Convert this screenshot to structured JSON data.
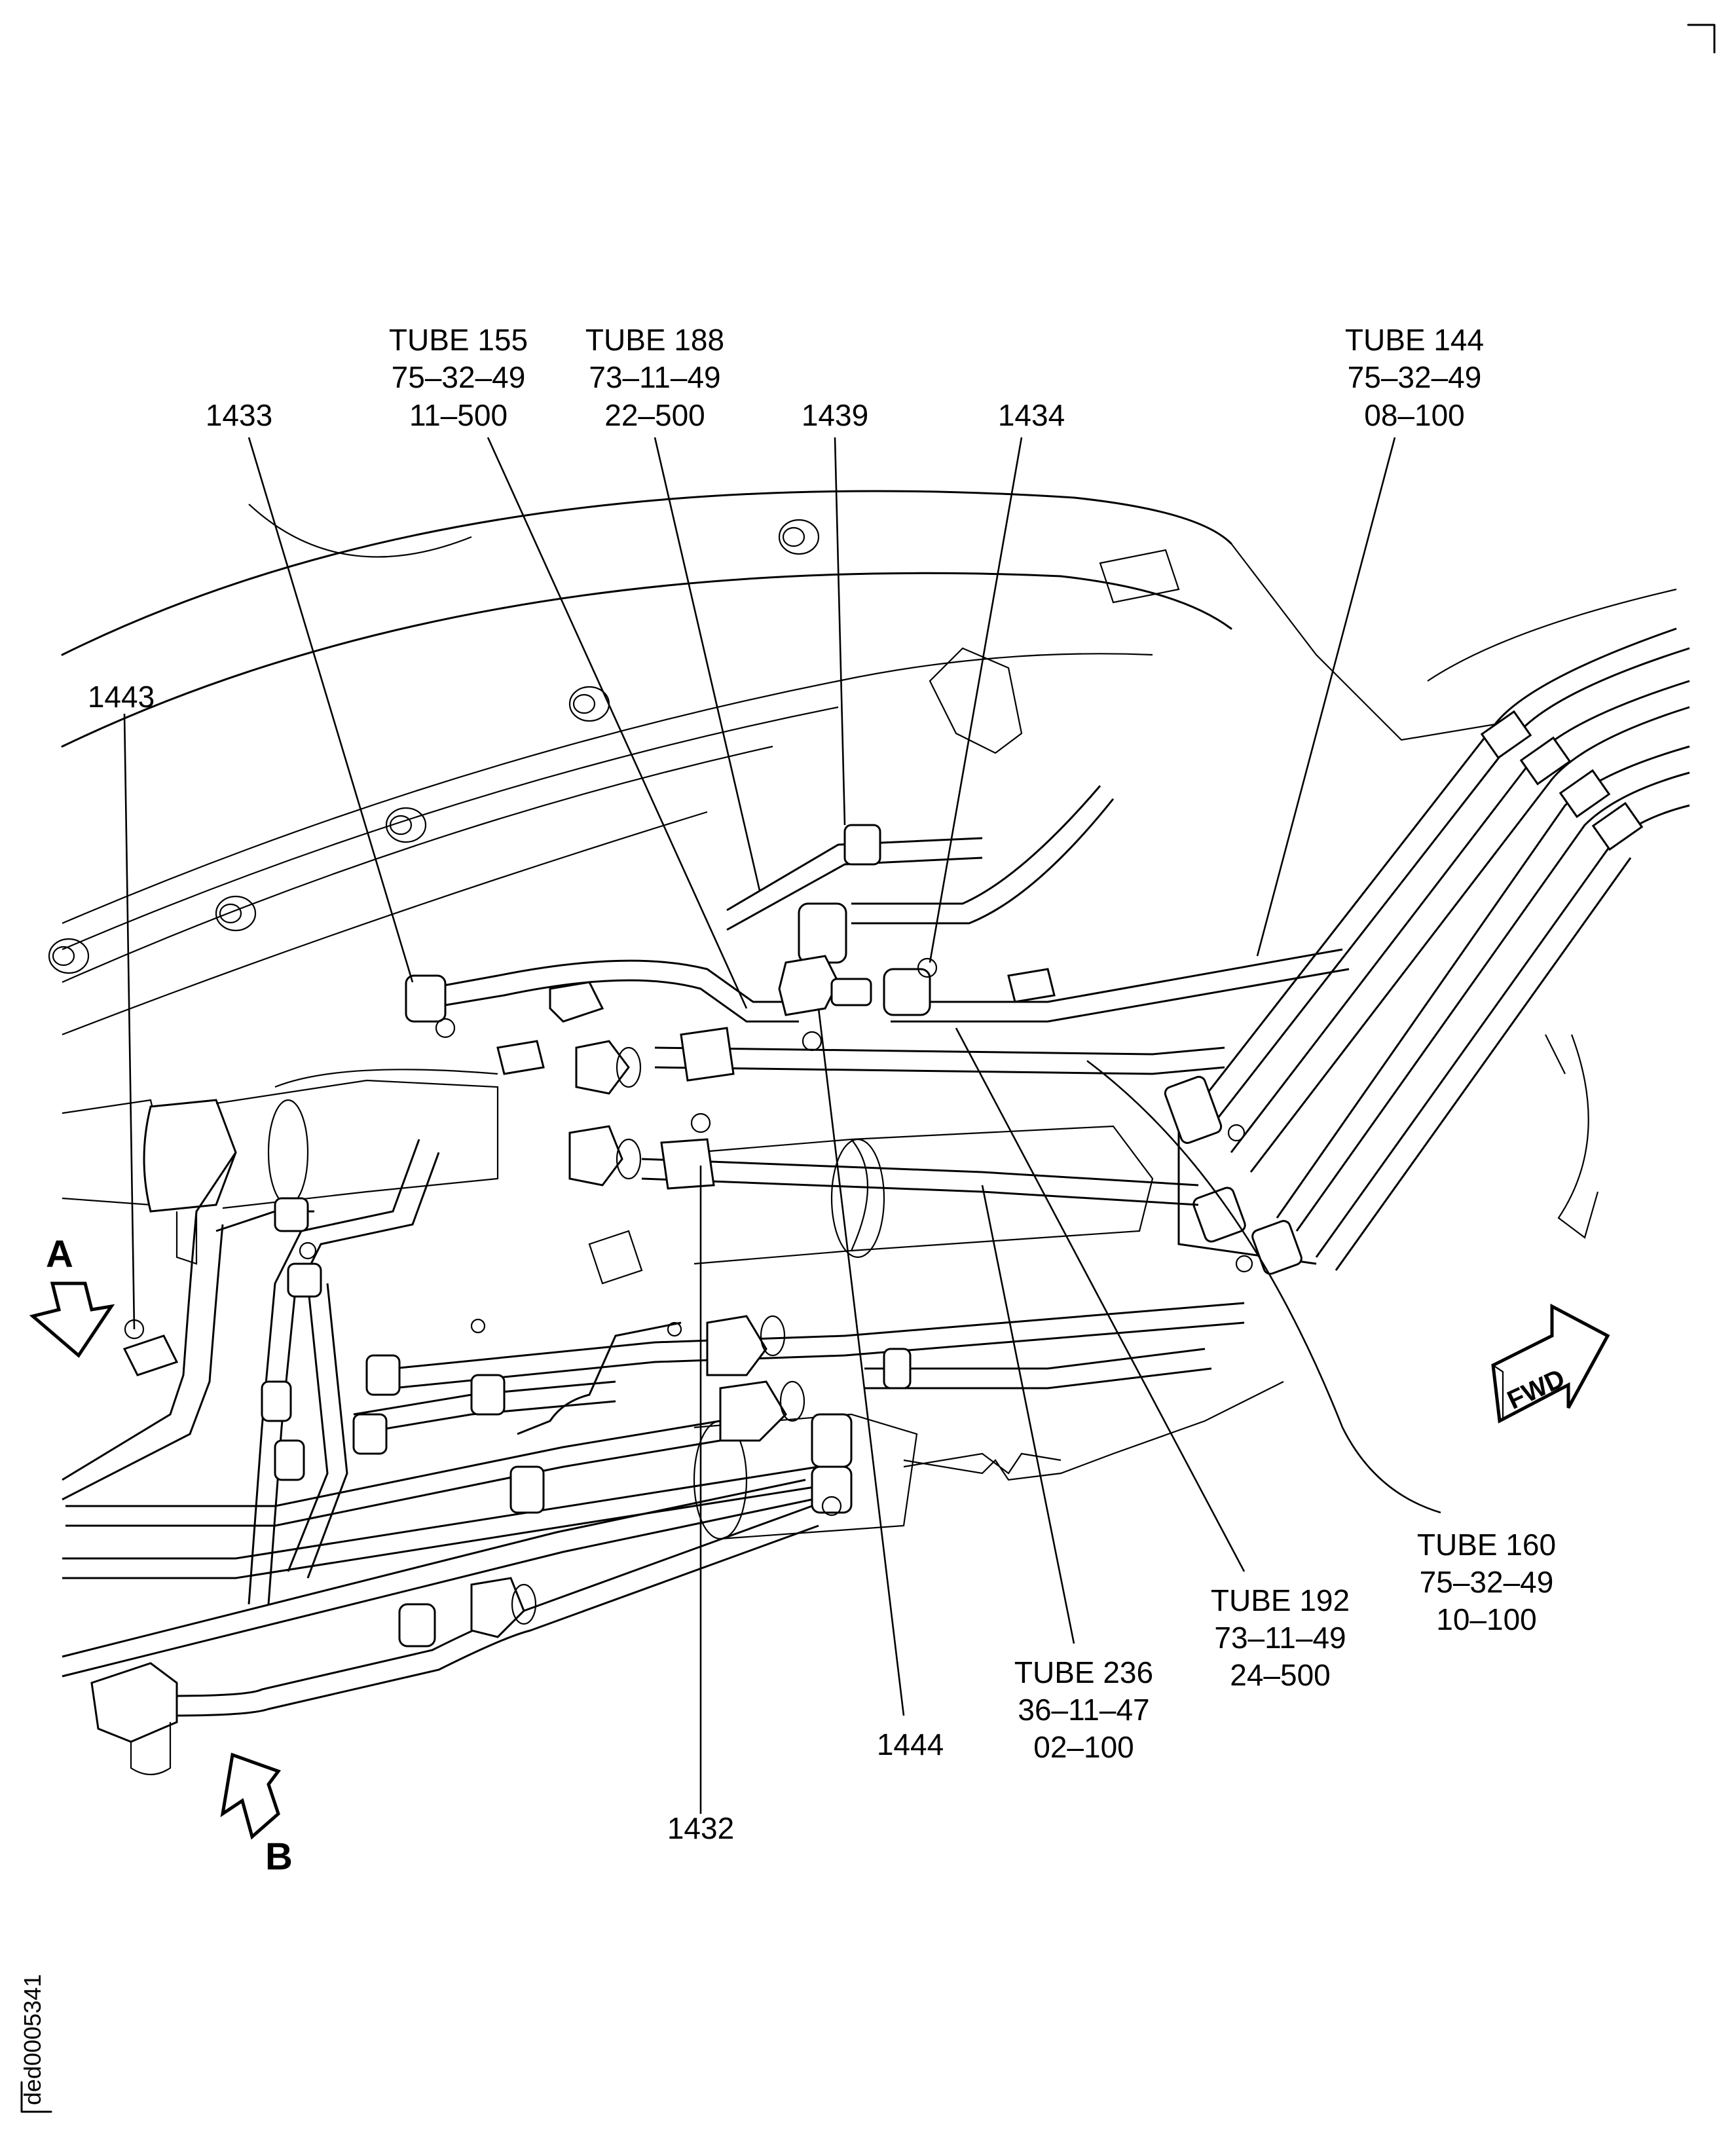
{
  "figure": {
    "document_id": "ded0005341",
    "views": [
      {
        "id": "A",
        "label": "A"
      },
      {
        "id": "B",
        "label": "B"
      }
    ],
    "direction_indicator": {
      "label": "FWD",
      "icon": "forward-arrow-icon"
    },
    "callouts": [
      {
        "id": "1433",
        "lines": [
          "1433"
        ]
      },
      {
        "id": "tube-155",
        "lines": [
          "TUBE 155",
          "75–32–49",
          "11–500"
        ]
      },
      {
        "id": "tube-188",
        "lines": [
          "TUBE 188",
          "73–11–49",
          "22–500"
        ]
      },
      {
        "id": "1439",
        "lines": [
          "1439"
        ]
      },
      {
        "id": "1434",
        "lines": [
          "1434"
        ]
      },
      {
        "id": "tube-144",
        "lines": [
          "TUBE 144",
          "75–32–49",
          "08–100"
        ]
      },
      {
        "id": "1443",
        "lines": [
          "1443"
        ]
      },
      {
        "id": "tube-160",
        "lines": [
          "TUBE 160",
          "75–32–49",
          "10–100"
        ]
      },
      {
        "id": "tube-192",
        "lines": [
          "TUBE 192",
          "73–11–49",
          "24–500"
        ]
      },
      {
        "id": "tube-236",
        "lines": [
          "TUBE 236",
          "36–11–47",
          "02–100"
        ]
      },
      {
        "id": "1444",
        "lines": [
          "1444"
        ]
      },
      {
        "id": "1432",
        "lines": [
          "1432"
        ]
      }
    ]
  }
}
